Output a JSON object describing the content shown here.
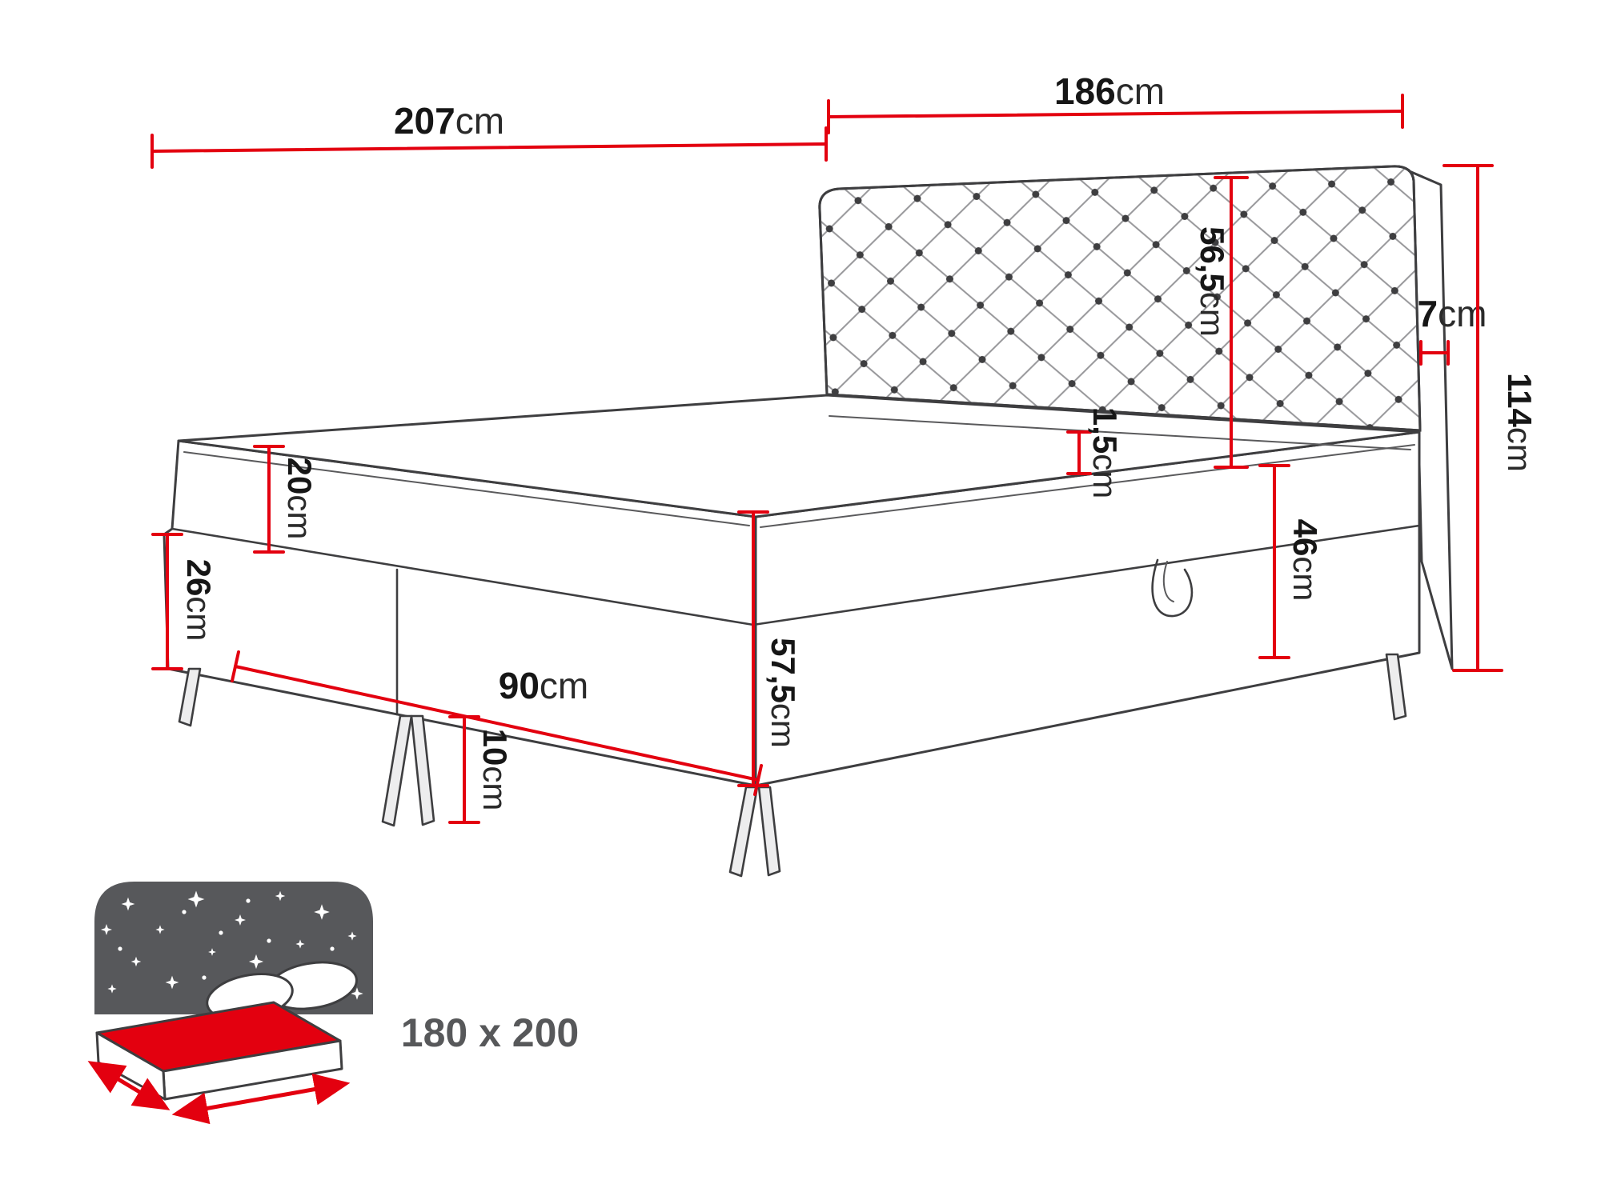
{
  "diagram": {
    "type": "bed-dimension-diagram",
    "size_label": "180 x 200",
    "colors": {
      "accent": "#e3000f",
      "outline": "#3e3e40",
      "icon_gray": "#57585b"
    },
    "dims": {
      "length": {
        "v": "207",
        "u": "cm"
      },
      "width": {
        "v": "186",
        "u": "cm"
      },
      "headboard_height": {
        "v": "56,5",
        "u": "cm"
      },
      "headboard_thickness": {
        "v": "7",
        "u": "cm"
      },
      "total_height": {
        "v": "114",
        "u": "cm"
      },
      "mattress_height": {
        "v": "20",
        "u": "cm"
      },
      "base_left_height": {
        "v": "26",
        "u": "cm"
      },
      "topper_height": {
        "v": "1,5",
        "u": "cm"
      },
      "side_height": {
        "v": "46",
        "u": "cm"
      },
      "front_height": {
        "v": "57,5",
        "u": "cm"
      },
      "storage_width": {
        "v": "90",
        "u": "cm"
      },
      "leg_height": {
        "v": "10",
        "u": "cm"
      }
    }
  }
}
